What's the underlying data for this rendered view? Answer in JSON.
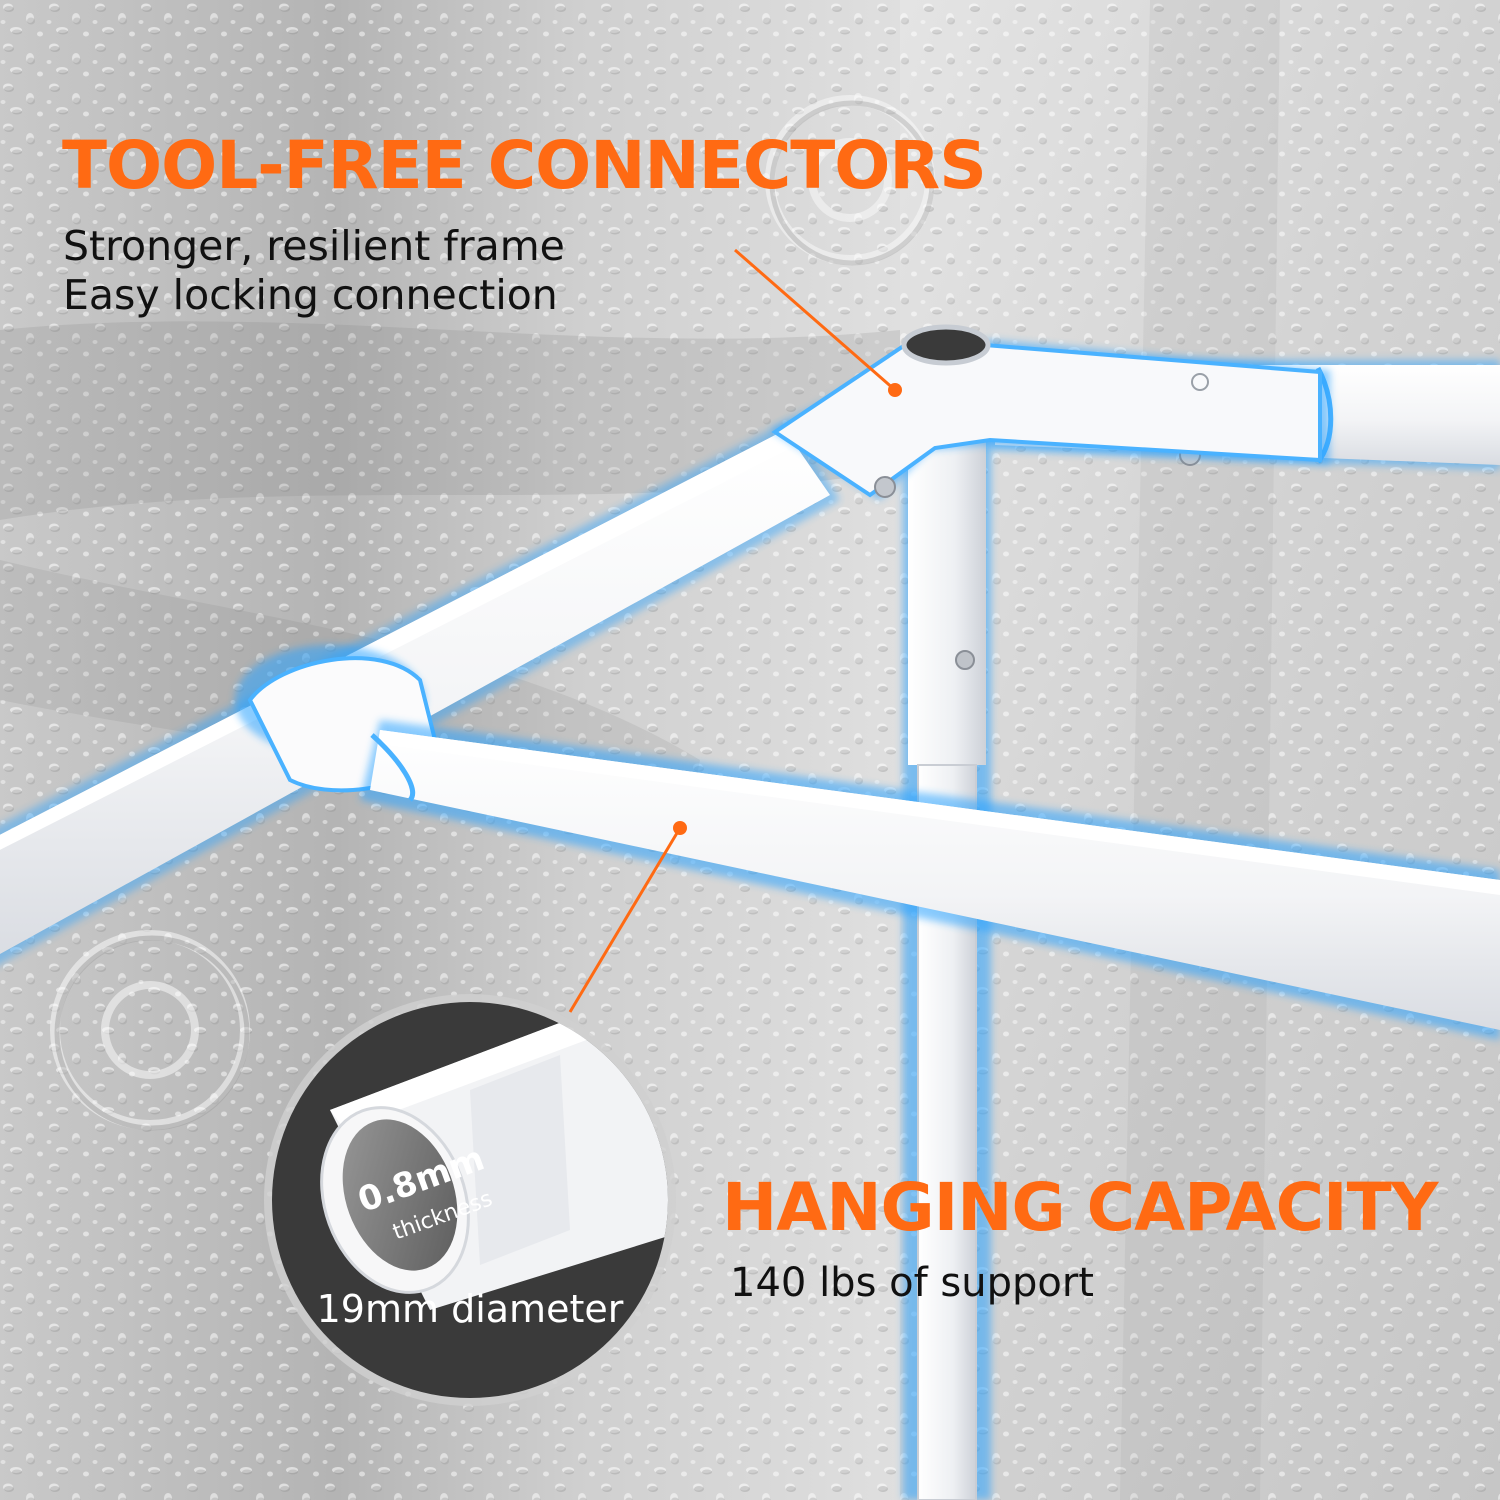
{
  "colors": {
    "accent": "#ff6a13",
    "text": "#111111",
    "frame": "#f7f8fa",
    "glow": "#2aa3ff",
    "wall": "#d6d6d6",
    "inset_bg": "#3a3a3a"
  },
  "connectors": {
    "title": "TOOL-FREE CONNECTORS",
    "lines": [
      "Stronger, resilient frame",
      "Easy locking connection"
    ]
  },
  "capacity": {
    "title": "HANGING CAPACITY",
    "subtitle": "140 lbs of support"
  },
  "pipe_inset": {
    "thickness_value": "0.8mm",
    "thickness_label": "thickness",
    "diameter": "19mm diameter"
  }
}
